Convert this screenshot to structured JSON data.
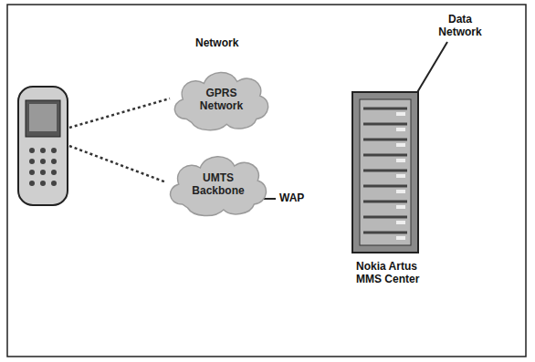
{
  "diagram": {
    "nodes": [
      {
        "text": [
          "GPRS Network"
        ]
      },
      {
        "text": [
          "UMTS Backbone"
        ]
      },
      {
        "text": [
          "Nokia Artus MMS Center"
        ]
      }
    ],
    "labels": [
      "Network",
      "Data Network",
      "WAP"
    ]
  }
}
